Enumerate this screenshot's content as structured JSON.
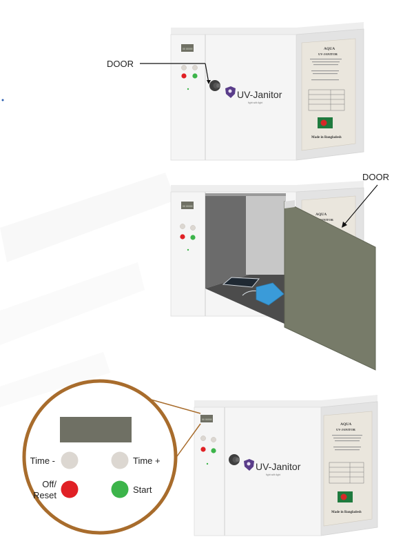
{
  "callouts": {
    "door_top": "DOOR",
    "door_middle": "DOOR"
  },
  "brand": {
    "name": "UV-Janitor",
    "tagline": "fight with light",
    "made_in": "Made in Bangladesh"
  },
  "label_card": {
    "company": "AQUA",
    "product": "UV-JANITOR"
  },
  "display": {
    "text": "88 88888"
  },
  "control_panel_zoom": {
    "time_minus": "Time -",
    "time_plus": "Time +",
    "off_reset_line1": "Off/",
    "off_reset_line2": "Reset",
    "start": "Start"
  },
  "colors": {
    "button_grey": "#dcd7d1",
    "button_red": "#e02025",
    "button_green": "#3cb44a",
    "display_bg": "#6f7064",
    "door_panel": "#777b69",
    "zoom_ring": "#a86c2c",
    "cabinet_front": "#f4f4f4",
    "cabinet_side": "#e3e3e3",
    "label_card": "#eae6dd",
    "logo_purple": "#5a3d8a"
  }
}
